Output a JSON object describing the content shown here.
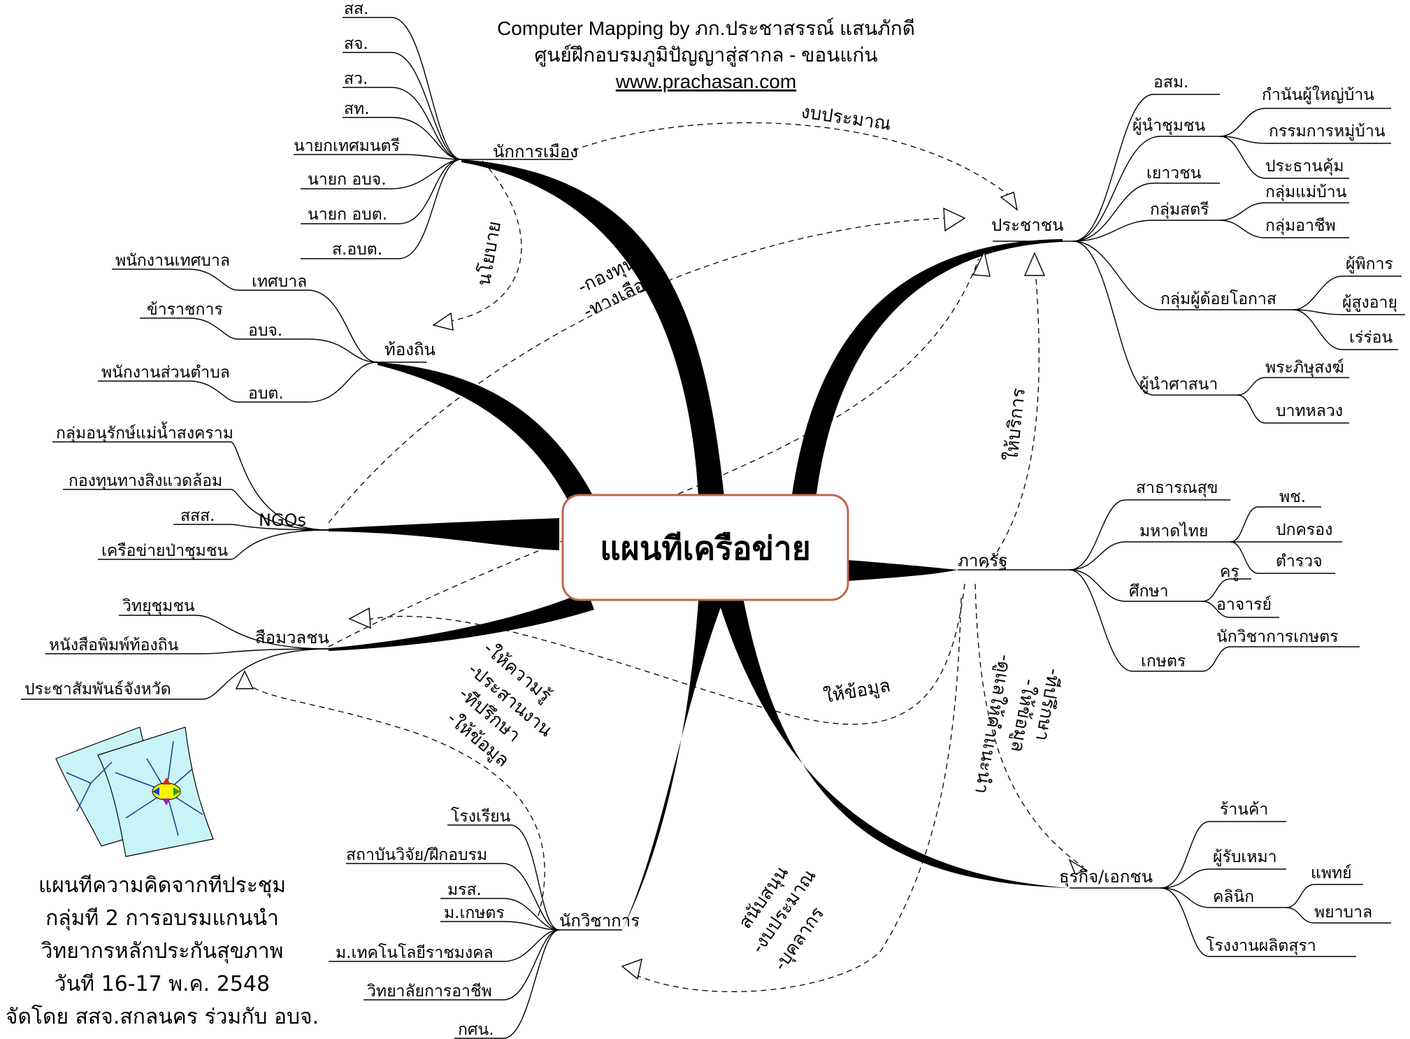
{
  "header": {
    "line1": "Computer Mapping by ภก.ประชาสรรณ์ แสนภักดี",
    "line2": "ศูนย์ฝึกอบรมภูมิปัญญาสู่สากล - ขอนแก่น",
    "url": "www.prachasan.com"
  },
  "center": {
    "title": "แผนทีเครือข่าย"
  },
  "branches": {
    "politician": {
      "label": "นักการเมือง",
      "items": [
        "สส.",
        "สจ.",
        "สว.",
        "สท.",
        "นายกเทศมนตรี",
        "นายก อบจ.",
        "นายก อบต.",
        "ส.อบต."
      ]
    },
    "local": {
      "label": "ท้องถิน",
      "subs": [
        {
          "label": "เทศบาล",
          "leaf": "พนักงานเทศบาล"
        },
        {
          "label": "อบจ.",
          "leaf": "ข้าราชการ"
        },
        {
          "label": "อบต.",
          "leaf": "พนักงานส่วนตำบล"
        }
      ]
    },
    "ngo": {
      "label": "NGOs",
      "items": [
        "กลุ่มอนุรักษ์แม่น้ำสงคราม",
        "กองทุนทางสิงแวดล้อม",
        "สสส.",
        "เครือข่ายป่าชุมชน"
      ]
    },
    "media": {
      "label": "สือมวลชน",
      "items": [
        "วิทยุชุมชน",
        "หนังสือพิมพ์ท้องถิน",
        "ประชาสัมพันธ์จังหวัด"
      ]
    },
    "academic": {
      "label": "นักวิชาการ",
      "items": [
        "โรงเรียน",
        "สถาบันวิจัย/ฝึกอบรม",
        "มรส.",
        "ม.เกษตร",
        "ม.เทคโนโลยีราชมงคล",
        "วิทยาลัยการอาชีพ",
        "กศน."
      ]
    },
    "people": {
      "label": "ประชาชน",
      "subs": [
        {
          "label": "อสม.",
          "leaves": []
        },
        {
          "label": "ผู้นำชุมชน",
          "leaves": [
            "กำนันผู้ใหญ่บ้าน",
            "กรรมการหมู่บ้าน",
            "ประธานคุ้ม"
          ]
        },
        {
          "label": "เยาวชน",
          "leaves": []
        },
        {
          "label": "กลุ่มสตรี",
          "leaves": [
            "กลุ่มแม่บ้าน",
            "กลุ่มอาชีพ"
          ]
        },
        {
          "label": "กลุ่มผู้ด้อยโอกาส",
          "leaves": [
            "ผู้พิการ",
            "ผู้สูงอายุ",
            "เร่ร่อน"
          ]
        },
        {
          "label": "ผู้นำศาสนา",
          "leaves": [
            "พระภิษุสงฆ์",
            "บาทหลวง"
          ]
        }
      ]
    },
    "gov": {
      "label": "ภาครัฐ",
      "subs": [
        {
          "label": "สาธารณสุข",
          "leaves": []
        },
        {
          "label": "มหาดไทย",
          "leaves": [
            "พช.",
            "ปกครอง",
            "ตำรวจ"
          ]
        },
        {
          "label": "ศึกษา",
          "leaves": [
            "ครู",
            "อาจารย์"
          ]
        },
        {
          "label": "เกษตร",
          "leaves": [
            "นักวิชาการเกษตร"
          ]
        }
      ]
    },
    "business": {
      "label": "ธุรกิจ/เอกชน",
      "subs": [
        {
          "label": "ร้านค้า",
          "leaves": []
        },
        {
          "label": "ผู้รับเหมา",
          "leaves": []
        },
        {
          "label": "คลินิก",
          "leaves": [
            "แพทย์",
            "พยาบาล"
          ]
        },
        {
          "label": "โรงงานผลิตสุรา",
          "leaves": []
        }
      ]
    }
  },
  "annotations": {
    "budget": "งบประมาณ",
    "policy": "นโยบาย",
    "fund_1": "-กองทุน",
    "fund_2": "-ทางเลือก",
    "service": "ให้บริการ",
    "info": "ให้ข้อมูล",
    "academic_1": "-ให้ความรู้",
    "academic_2": "-ประสานงาน",
    "academic_3": "-ทีปรึกษา",
    "academic_4": "-ให้ข้อมูล",
    "gov_1": "-ทีปรึกษา",
    "gov_2": "-ให้ข้อมูล",
    "gov_3": "-ดูแลให้คำแนะนำ",
    "support_1": "สนับสนุน",
    "support_2": "-งบประมาณ",
    "support_3": "-บุคลากร"
  },
  "footer": {
    "line1": "แผนทีความคิดจากทีประชุม",
    "line2": "กลุ่มที 2 การอบรมแกนนำ",
    "line3": "วิทยากรหลักประกันสุขภาพ",
    "line4": "วันที 16-17 พ.ค. 2548",
    "line5": "จัดโดย สสจ.สกลนคร ร่วมกับ อบจ."
  },
  "colors": {
    "center_border": "#c0654a",
    "map_fill": "#c8f4f8",
    "map_center": "#f4f400"
  }
}
